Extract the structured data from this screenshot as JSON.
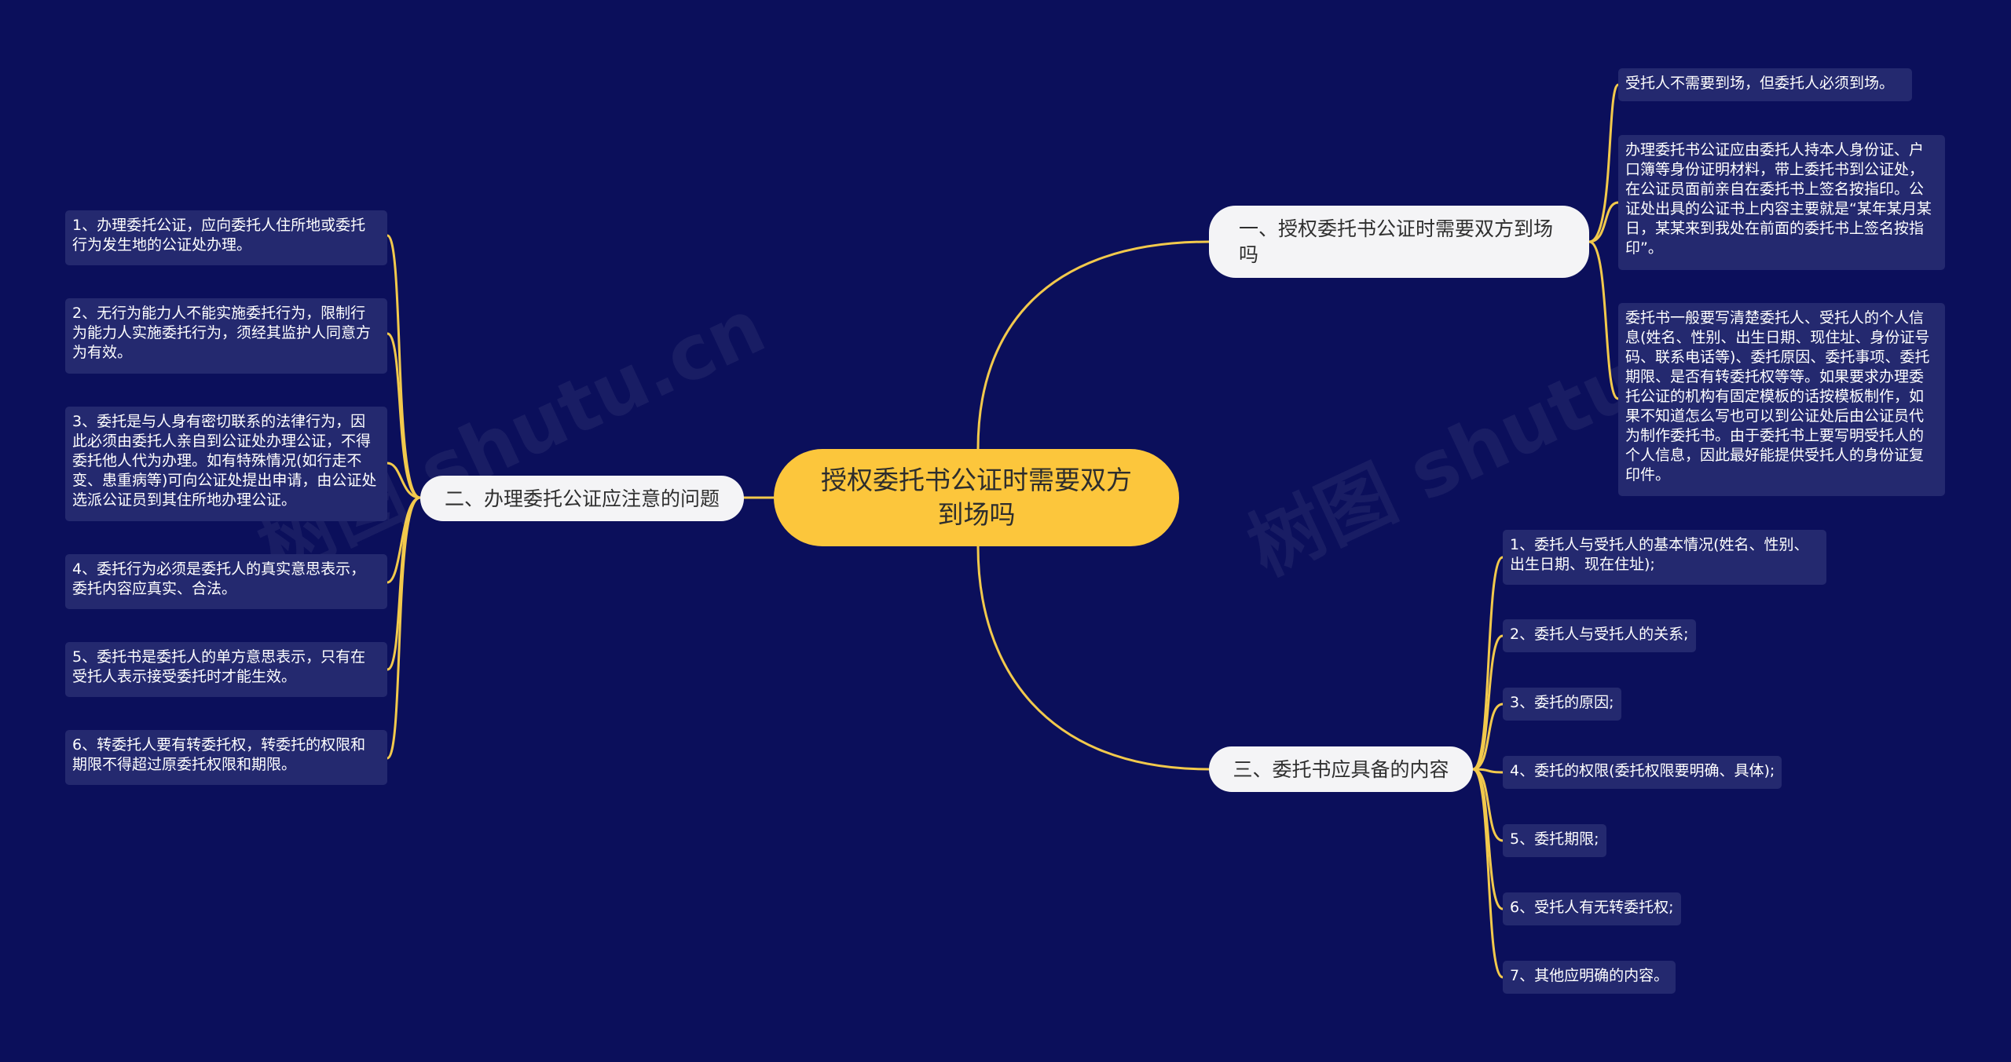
{
  "root": {
    "label": "授权委托书公证时需要双方到场吗"
  },
  "branches": [
    {
      "label": "一、授权委托书公证时需要双方到场吗",
      "children": [
        "受托人不需要到场，但委托人必须到场。",
        "办理委托书公证应由委托人持本人身份证、户口簿等身份证明材料，带上委托书到公证处，在公证员面前亲自在委托书上签名按指印。公证处出具的公证书上内容主要就是“某年某月某日，某某来到我处在前面的委托书上签名按指印”。",
        "委托书一般要写清楚委托人、受托人的个人信息(姓名、性别、出生日期、现住址、身份证号码、联系电话等)、委托原因、委托事项、委托期限、是否有转委托权等等。如果要求办理委托公证的机构有固定模板的话按模板制作，如果不知道怎么写也可以到公证处后由公证员代为制作委托书。由于委托书上要写明受托人的个人信息，因此最好能提供受托人的身份证复印件。"
      ]
    },
    {
      "label": "二、办理委托公证应注意的问题",
      "children": [
        "1、办理委托公证，应向委托人住所地或委托行为发生地的公证处办理。",
        "2、无行为能力人不能实施委托行为，限制行为能力人实施委托行为，须经其监护人同意方为有效。",
        "3、委托是与人身有密切联系的法律行为，因此必须由委托人亲自到公证处办理公证，不得委托他人代为办理。如有特殊情况(如行走不变、患重病等)可向公证处提出申请，由公证处选派公证员到其住所地办理公证。",
        "4、委托行为必须是委托人的真实意思表示，委托内容应真实、合法。",
        "5、委托书是委托人的单方意思表示，只有在受托人表示接受委托时才能生效。",
        "6、转委托人要有转委托权，转委托的权限和期限不得超过原委托权限和期限。"
      ]
    },
    {
      "label": "三、委托书应具备的内容",
      "children": [
        "1、委托人与受托人的基本情况(姓名、性别、出生日期、现在住址);",
        "2、委托人与受托人的关系;",
        "3、委托的原因;",
        "4、委托的权限(委托权限要明确、具体);",
        "5、委托期限;",
        "6、受托人有无转委托权;",
        "7、其他应明确的内容。"
      ]
    }
  ],
  "watermark": {
    "text": "树图 shutu.cn"
  },
  "colors": {
    "background": "#0b0f5b",
    "root_fill": "#fcc63c",
    "topic_fill": "#f4f4f6",
    "leaf_fill": "#24296f",
    "connector": "#f2c94c"
  }
}
